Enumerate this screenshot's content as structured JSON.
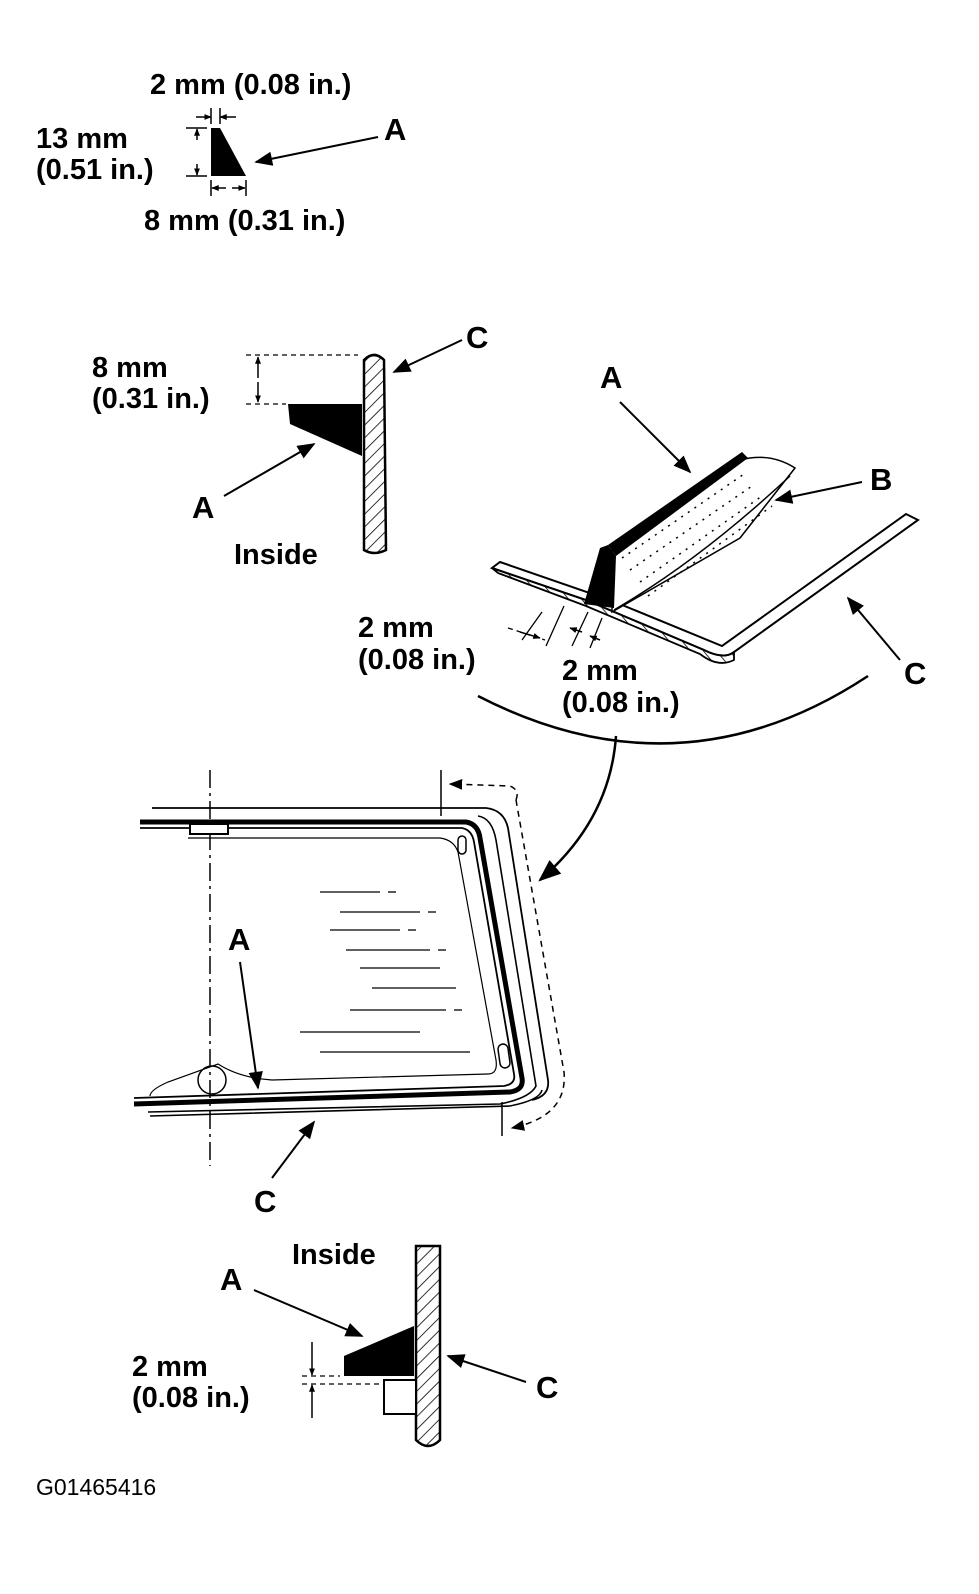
{
  "dims": {
    "top_width": "2 mm (0.08 in.)",
    "top_height_mm": "13 mm",
    "top_height_in": "(0.51 in.)",
    "top_base": "8 mm (0.31 in.)",
    "upper_offset_mm": "8 mm",
    "upper_offset_in": "(0.31 in.)",
    "persp_gap1_mm": "2 mm",
    "persp_gap1_in": "(0.08 in.)",
    "persp_gap2_mm": "2 mm",
    "persp_gap2_in": "(0.08 in.)",
    "lower_offset_mm": "2 mm",
    "lower_offset_in": "(0.08 in.)"
  },
  "labels": {
    "a": "A",
    "b": "B",
    "c": "C",
    "inside": "Inside"
  },
  "figure_code": "G01465416"
}
